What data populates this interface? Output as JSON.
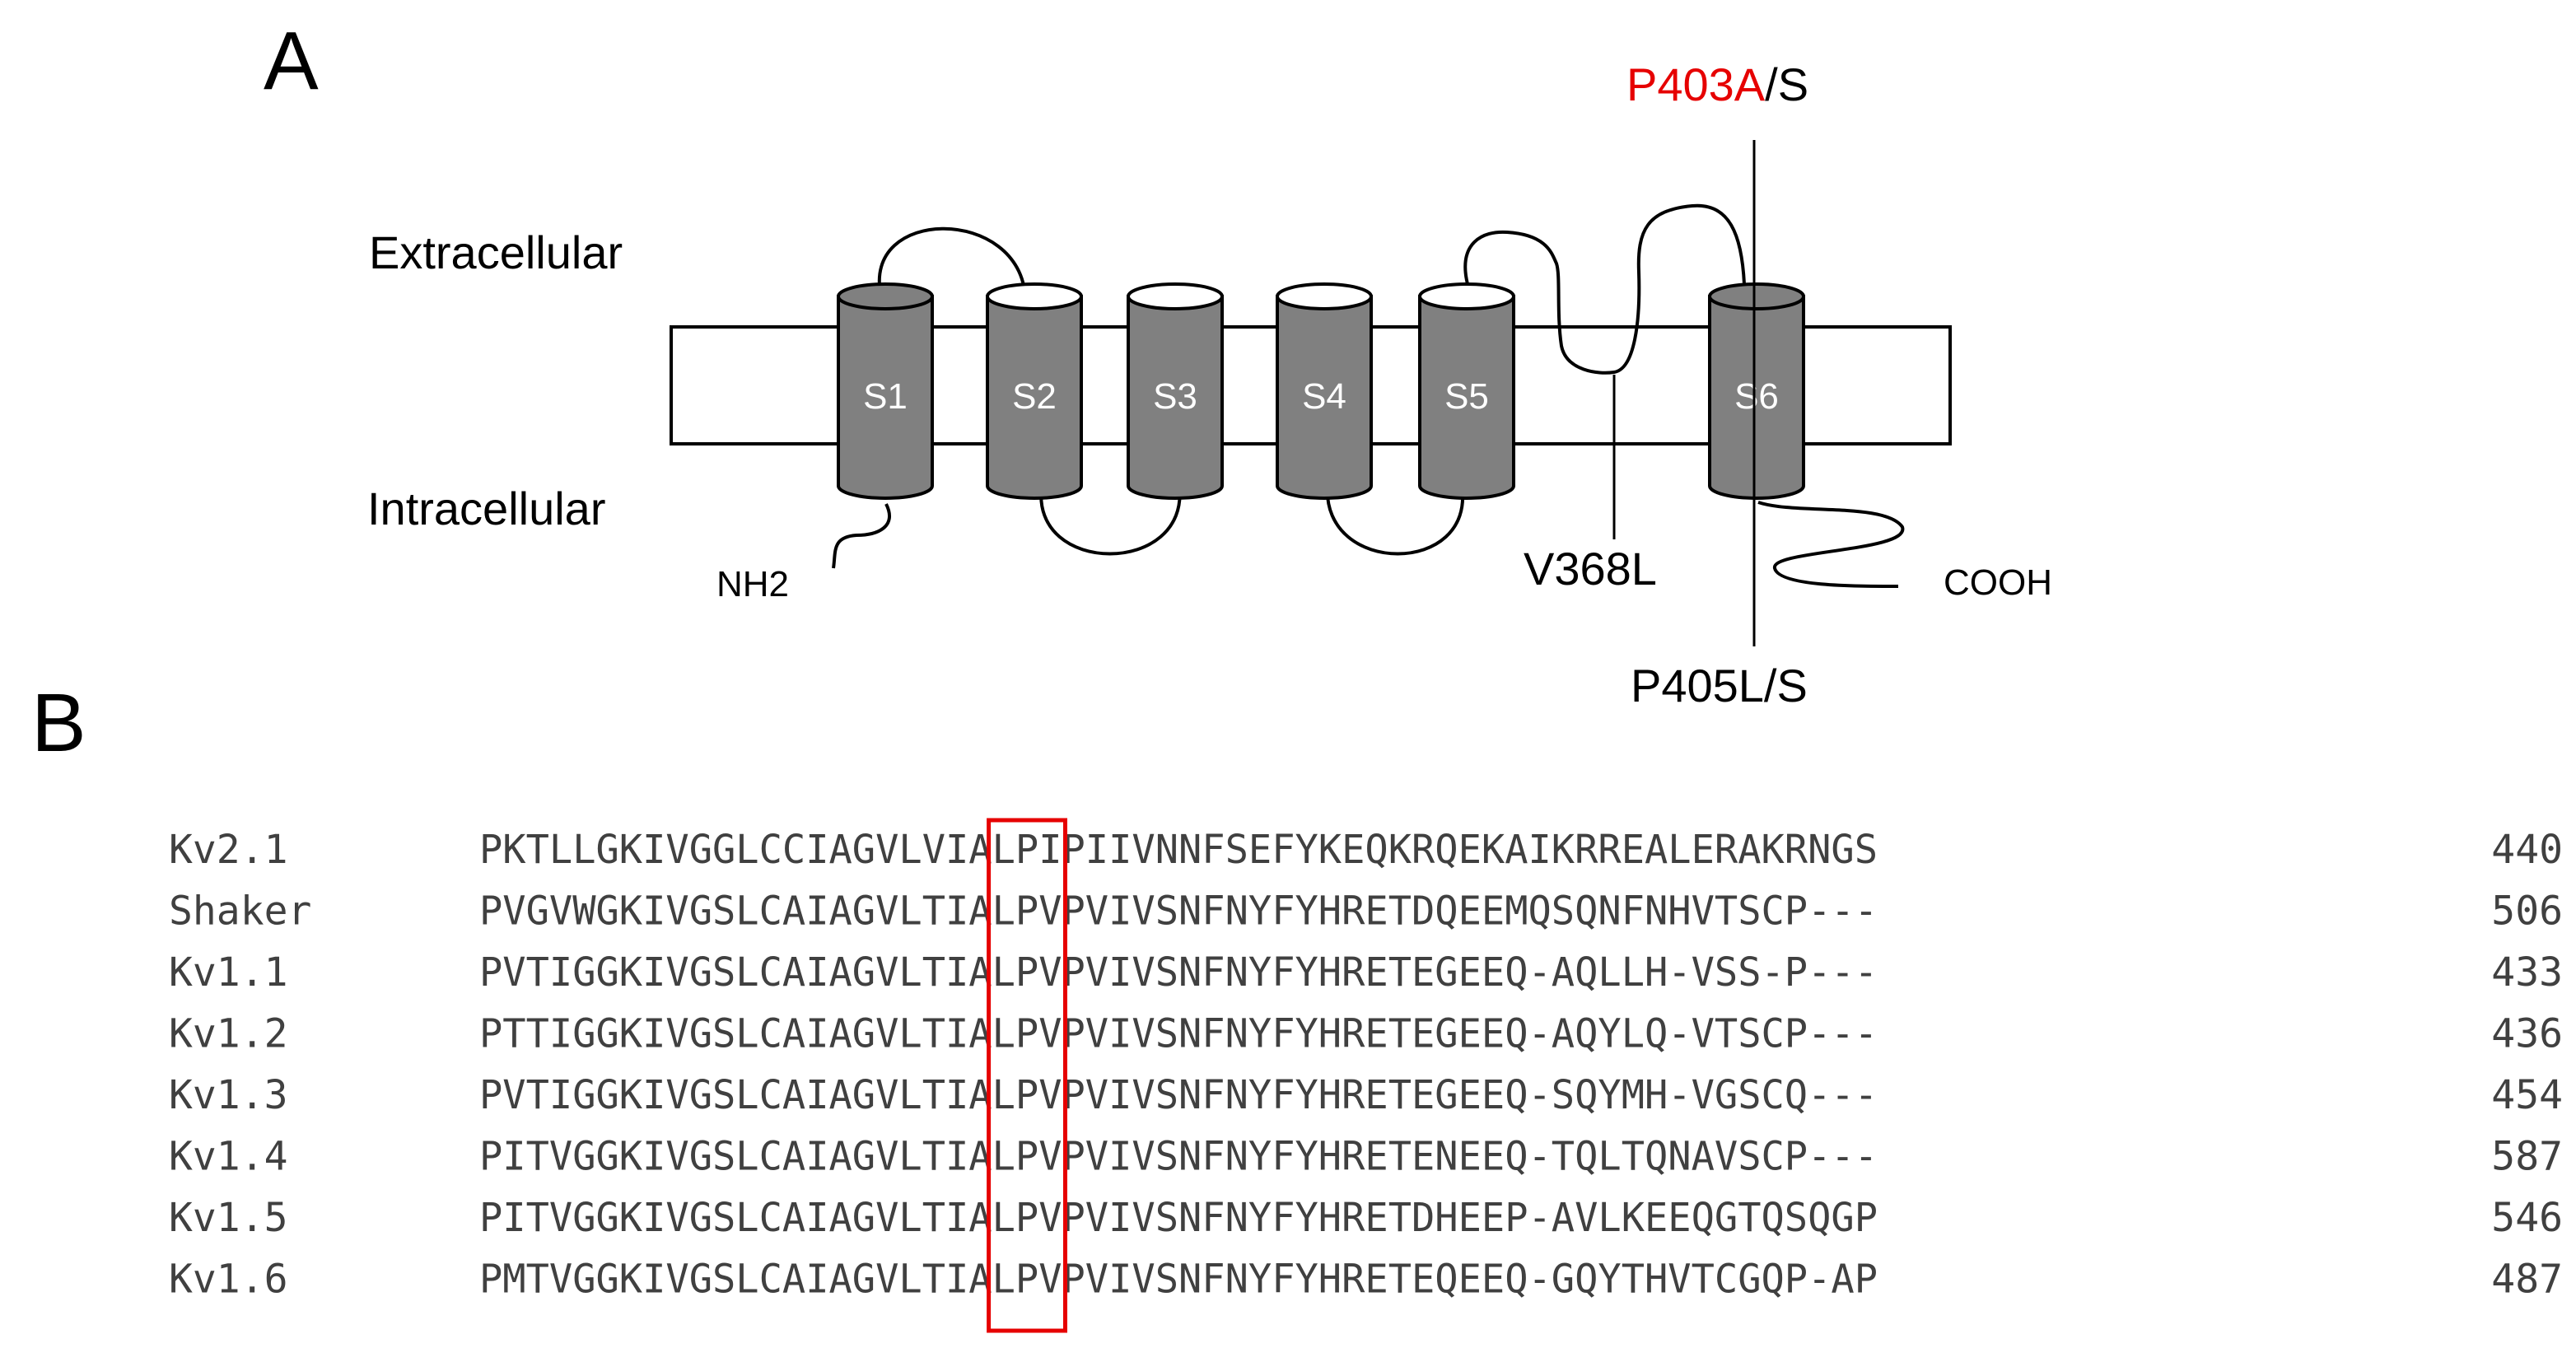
{
  "panel_a": {
    "label": "A",
    "extracellular_label": "Extracellular",
    "intracellular_label": "Intracellular",
    "segments": [
      "S1",
      "S2",
      "S3",
      "S4",
      "S5",
      "S6"
    ],
    "nh2_label": "NH2",
    "cooh_label": "COOH",
    "mutation_top_red": "P403A",
    "mutation_top_black": "/S",
    "mutation_v368": "V368L",
    "mutation_p405": "P405L/S"
  },
  "panel_b": {
    "label": "B",
    "sequences": [
      {
        "name": "Kv2.1",
        "pre": "PKTLLGKIVGGLCCIAGVLVIA",
        "boxed": "LPI",
        "post": "PIIVNNFSEFYKEQKRQEKAIKRREALERAKRNGS",
        "number": "440"
      },
      {
        "name": "Shaker",
        "pre": "PVGVWGKIVGSLCAIAGVLTIA",
        "boxed": "LPV",
        "post": "PVIVSNFNYFYHRETDQEEMQSQNFNHVTSCP---",
        "number": "506"
      },
      {
        "name": "Kv1.1",
        "pre": "PVTIGGKIVGSLCAIAGVLTIA",
        "boxed": "LPV",
        "post": "PVIVSNFNYFYHRETEGEEQ-AQLLH-VSS-P---",
        "number": "433"
      },
      {
        "name": "Kv1.2",
        "pre": "PTTIGGKIVGSLCAIAGVLTIA",
        "boxed": "LPV",
        "post": "PVIVSNFNYFYHRETEGEEQ-AQYLQ-VTSCP---",
        "number": "436"
      },
      {
        "name": "Kv1.3",
        "pre": "PVTIGGKIVGSLCAIAGVLTIA",
        "boxed": "LPV",
        "post": "PVIVSNFNYFYHRETEGEEQ-SQYMH-VGSCQ---",
        "number": "454"
      },
      {
        "name": "Kv1.4",
        "pre": "PITVGGKIVGSLCAIAGVLTIA",
        "boxed": "LPV",
        "post": "PVIVSNFNYFYHRETENEEQ-TQLTQNAVSCP---",
        "number": "587"
      },
      {
        "name": "Kv1.5",
        "pre": "PITVGGKIVGSLCAIAGVLTIA",
        "boxed": "LPV",
        "post": "PVIVSNFNYFYHRETDHEEP-AVLKEEQGTQSQGP",
        "number": "546"
      },
      {
        "name": "Kv1.6",
        "pre": "PMTVGGKIVGSLCAIAGVLTIA",
        "boxed": "LPV",
        "post": "PVIVSNFNYFYHRETEQEEQ-GQYTHVTCGQP-AP",
        "number": "487"
      }
    ]
  },
  "colors": {
    "highlight_red": "#e60000",
    "helix_fill": "#808080",
    "line": "#000000"
  }
}
